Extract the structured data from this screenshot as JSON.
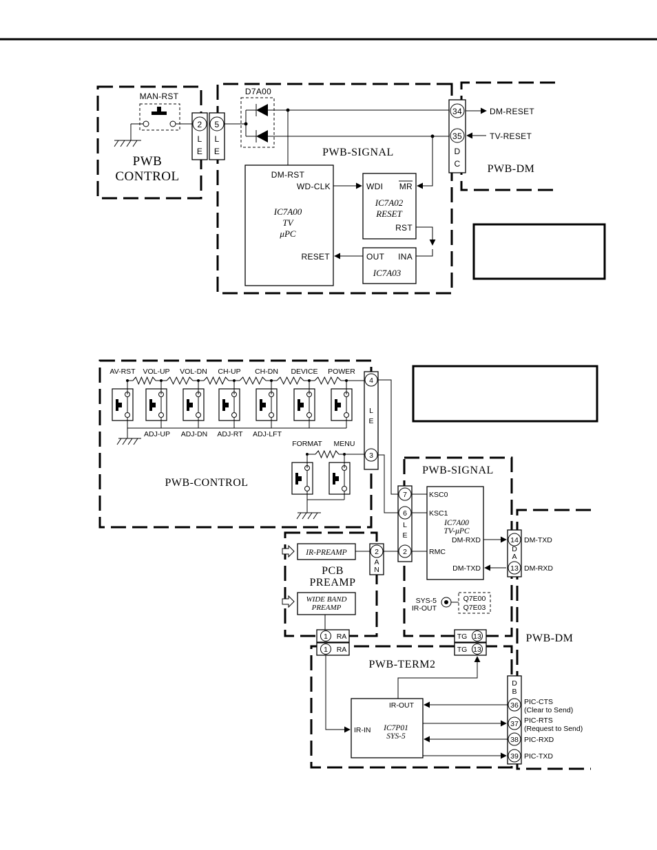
{
  "top": {
    "man_rst": "MAN-RST",
    "pwb_control": [
      "PWB",
      "CONTROL"
    ],
    "conn_left_pin": "2",
    "conn_right_pin": "5",
    "conn_le": [
      "L",
      "E"
    ],
    "d7a00": "D7A00",
    "pwb_signal": "PWB-SIGNAL",
    "pin_34": "34",
    "pin_35": "35",
    "conn_dc": [
      "D",
      "C"
    ],
    "dm_reset": "DM-RESET",
    "tv_reset": "TV-RESET",
    "pwb_dm": "PWB-DM",
    "ic7a00": {
      "dm_rst": "DM-RST",
      "wd_clk": "WD-CLK",
      "reset": "RESET",
      "name": [
        "IC7A00",
        "TV",
        "μPC"
      ]
    },
    "ic7a02": {
      "wdi": "WDI",
      "mr": "MR",
      "rst": "RST",
      "name": [
        "IC7A02",
        "RESET"
      ]
    },
    "ic7a03": {
      "out": "OUT",
      "ina": "INA",
      "name": "IC7A03"
    }
  },
  "bottom": {
    "switches_top": [
      "AV-RST",
      "VOL-UP",
      "VOL-DN",
      "CH-UP",
      "CH-DN",
      "DEVICE",
      "POWER"
    ],
    "switches_bottom": [
      "ADJ-UP",
      "ADJ-DN",
      "ADJ-RT",
      "ADJ-LFT"
    ],
    "format": "FORMAT",
    "menu": "MENU",
    "pwb_control": "PWB-CONTROL",
    "le_pin_top": "4",
    "le_pin_bottom": "3",
    "conn_le": [
      "L",
      "E"
    ],
    "pwb_signal": "PWB-SIGNAL",
    "sig_pins": [
      "7",
      "6",
      "2"
    ],
    "ic7a00": {
      "ksc0": "KSC0",
      "ksc1": "KSC1",
      "name": [
        "IC7A00",
        "TV-μPC"
      ],
      "dm_rxd": "DM-RXD",
      "rmc": "RMC",
      "dm_txd": "DM-TXD"
    },
    "dan_pins": [
      "14",
      "13"
    ],
    "conn_dan": [
      "D",
      "A",
      "N"
    ],
    "dm_txd_out": "DM-TXD",
    "dm_rxd_out": "DM-RXD",
    "ir_preamp": "IR-PREAMP",
    "an_pin": "2",
    "conn_an": [
      "A",
      "N"
    ],
    "pcb_preamp": [
      "PCB",
      "PREAMP"
    ],
    "wide_band": [
      "WIDE BAND",
      "PREAMP"
    ],
    "sys5_out": [
      "SYS-5",
      "IR-OUT"
    ],
    "q7e": [
      "Q7E00",
      "Q7E03"
    ],
    "ra_pin": "1",
    "ra_label": "RA",
    "tg_label": "TG",
    "tg_pin": "13",
    "pwb_dm": "PWB-DM",
    "pwb_term2": "PWB-TERM2",
    "ic7p01": {
      "ir_out": "IR-OUT",
      "ir_in": "IR-IN",
      "name": [
        "IC7P01",
        "SYS-5"
      ]
    },
    "conn_db": [
      "D",
      "B"
    ],
    "db_pins": [
      "36",
      "37",
      "38",
      "39"
    ],
    "db_signals": [
      [
        "PIC-CTS",
        "(Clear  to  Send)"
      ],
      [
        "PIC-RTS",
        "(Request  to  Send)"
      ],
      [
        "PIC-RXD"
      ],
      [
        "PIC-TXD"
      ]
    ]
  }
}
